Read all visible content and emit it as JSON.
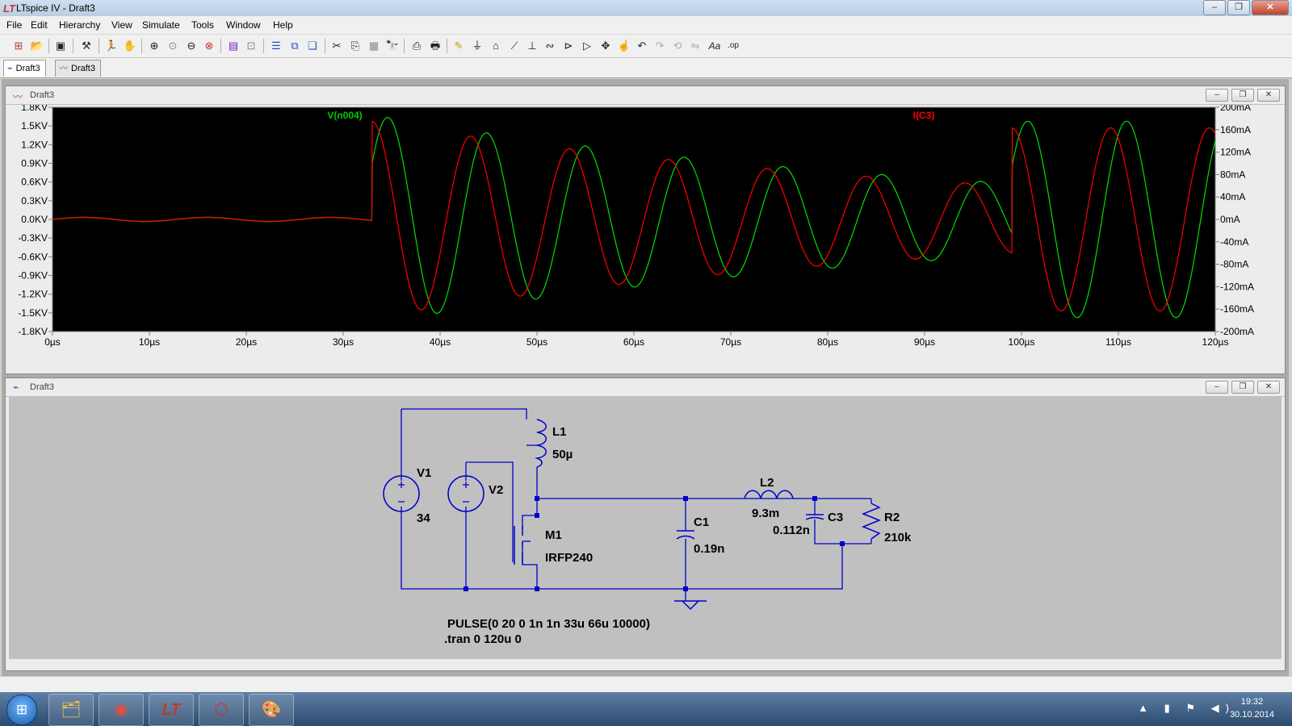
{
  "app": {
    "title": "LTspice IV - Draft3"
  },
  "menu": [
    "File",
    "Edit",
    "Hierarchy",
    "View",
    "Simulate",
    "Tools",
    "Window",
    "Help"
  ],
  "tabs": [
    {
      "label": "Draft3"
    },
    {
      "label": "Draft3"
    }
  ],
  "waveform_window": {
    "title": "Draft3"
  },
  "schematic_window": {
    "title": "Draft3"
  },
  "chart_data": {
    "type": "line",
    "left_axis": {
      "ticks": [
        "1.8KV",
        "1.5KV",
        "1.2KV",
        "0.9KV",
        "0.6KV",
        "0.3KV",
        "0.0KV",
        "-0.3KV",
        "-0.6KV",
        "-0.9KV",
        "-1.2KV",
        "-1.5KV",
        "-1.8KV"
      ],
      "range": [
        -1.8,
        1.8
      ],
      "unit": "KV"
    },
    "right_axis": {
      "ticks": [
        "200mA",
        "160mA",
        "120mA",
        "80mA",
        "40mA",
        "0mA",
        "-40mA",
        "-80mA",
        "-120mA",
        "-160mA",
        "-200mA"
      ],
      "range": [
        -200,
        200
      ],
      "unit": "mA"
    },
    "x_axis": {
      "ticks": [
        "0µs",
        "10µs",
        "20µs",
        "30µs",
        "40µs",
        "50µs",
        "60µs",
        "70µs",
        "80µs",
        "90µs",
        "100µs",
        "110µs",
        "120µs"
      ],
      "range": [
        0,
        120
      ],
      "unit": "µs"
    },
    "grid": false,
    "series": [
      {
        "name": "V(n004)",
        "color": "#00e000",
        "axis": "left",
        "model": "damped ring, pulse 33µs–99µs",
        "pulse_start_us": 33,
        "pulse_end_us": 99,
        "peak_kv": 1.68,
        "period_us": 10.2,
        "decay_us": 62
      },
      {
        "name": "I(C3)",
        "color": "#ff0000",
        "axis": "right",
        "model": "damped ring leading V(n004)",
        "pulse_start_us": 33,
        "pulse_end_us": 99,
        "peak_ma": 175,
        "period_us": 10.2,
        "decay_us": 62
      }
    ]
  },
  "schematic": {
    "components": [
      {
        "ref": "V1",
        "value": "34"
      },
      {
        "ref": "V2",
        "value": ""
      },
      {
        "ref": "L1",
        "value": "50µ"
      },
      {
        "ref": "M1",
        "value": "IRFP240"
      },
      {
        "ref": "C1",
        "value": "0.19n"
      },
      {
        "ref": "L2",
        "value": "9.3m"
      },
      {
        "ref": "C3",
        "value": "0.112n"
      },
      {
        "ref": "R2",
        "value": "210k"
      }
    ],
    "directives": [
      "PULSE(0 20 0 1n 1n 33u 66u 10000)",
      ".tran 0 120u 0"
    ]
  },
  "clock": {
    "time": "19:32",
    "date": "30.10.2014"
  },
  "colors": {
    "background": "#000000",
    "axes": "#808080",
    "schematic_wire": "#0000c8",
    "schematic_bg": "#c0c0c0"
  }
}
